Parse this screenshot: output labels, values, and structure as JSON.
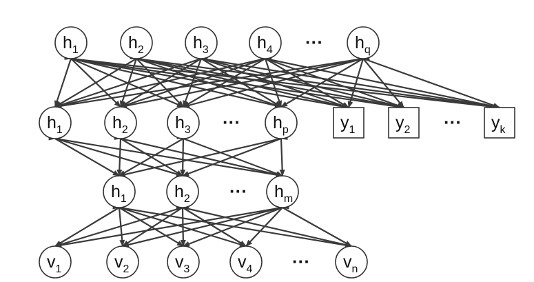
{
  "layers": {
    "top": {
      "nodes": [
        {
          "base": "h",
          "sub": "1"
        },
        {
          "base": "h",
          "sub": "2"
        },
        {
          "base": "h",
          "sub": "3"
        },
        {
          "base": "h",
          "sub": "4"
        },
        {
          "base": "h",
          "sub": "q"
        }
      ],
      "ellipsis": "···"
    },
    "middle": {
      "nodes": [
        {
          "base": "h",
          "sub": "1"
        },
        {
          "base": "h",
          "sub": "2"
        },
        {
          "base": "h",
          "sub": "3"
        },
        {
          "base": "h",
          "sub": "p"
        }
      ],
      "ellipsis": "···"
    },
    "outputs": {
      "nodes": [
        {
          "base": "y",
          "sub": "1"
        },
        {
          "base": "y",
          "sub": "2"
        },
        {
          "base": "y",
          "sub": "k"
        }
      ],
      "ellipsis": "···"
    },
    "lower": {
      "nodes": [
        {
          "base": "h",
          "sub": "1"
        },
        {
          "base": "h",
          "sub": "2"
        },
        {
          "base": "h",
          "sub": "m"
        }
      ],
      "ellipsis": "···"
    },
    "visible": {
      "nodes": [
        {
          "base": "v",
          "sub": "1"
        },
        {
          "base": "v",
          "sub": "2"
        },
        {
          "base": "v",
          "sub": "3"
        },
        {
          "base": "v",
          "sub": "4"
        },
        {
          "base": "v",
          "sub": "n"
        }
      ],
      "ellipsis": "···"
    }
  },
  "connections": [
    {
      "from": "top",
      "to": "middle",
      "style": "bidirectional"
    },
    {
      "from": "top",
      "to": "outputs",
      "style": "directed"
    },
    {
      "from": "middle",
      "to": "lower",
      "style": "bidirectional"
    },
    {
      "from": "lower",
      "to": "visible",
      "style": "bidirectional"
    }
  ],
  "colors": {
    "edge": "#3a3a3a",
    "node_stroke": "#333333"
  }
}
